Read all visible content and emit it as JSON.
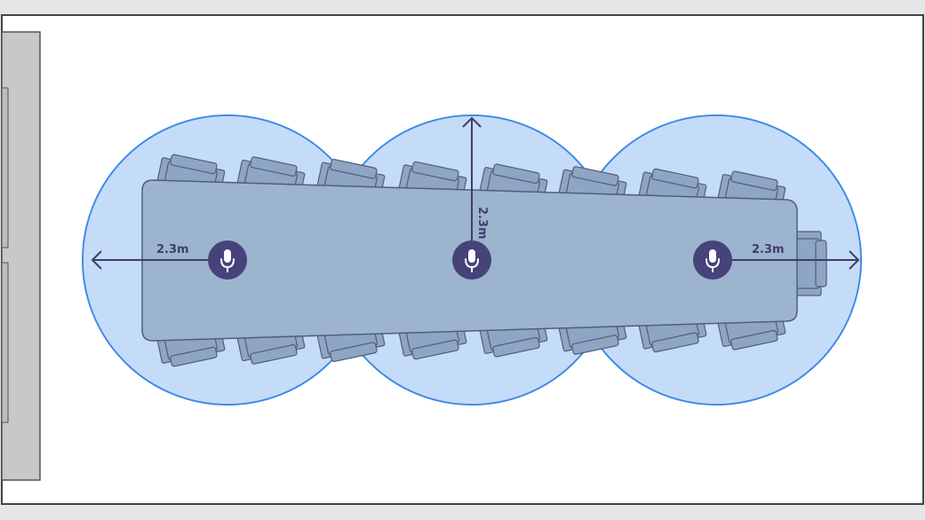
{
  "diagram": {
    "microphones": [
      {
        "name": "mic-left",
        "range_label": "2.3m",
        "direction": "left"
      },
      {
        "name": "mic-center",
        "range_label": "2.3m",
        "direction": "up"
      },
      {
        "name": "mic-right",
        "range_label": "2.3m",
        "direction": "right"
      }
    ],
    "chairs_per_side": 8,
    "end_chairs": 1,
    "colors": {
      "coverage_fill": "#c5dcf8",
      "coverage_stroke": "#3d8ae6",
      "table_fill": "#9db4ce",
      "table_stroke": "#4d5f7a",
      "chair_fill": "#8ea5c4",
      "mic_fill": "#46437a",
      "arrow": "#3f3d6e",
      "wall_panel": "#c8c8c6"
    },
    "icons": {
      "mic": "microphone-icon"
    }
  }
}
